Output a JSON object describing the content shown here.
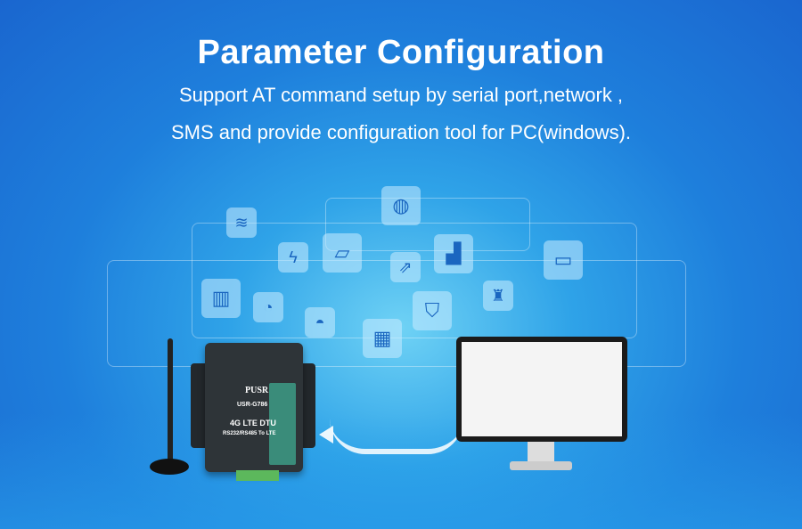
{
  "title": "Parameter Configuration",
  "subtitle_lines": [
    "Support AT command setup by serial port,network ,",
    "SMS and provide configuration tool for PC(windows)."
  ],
  "device": {
    "brand": "PUSR",
    "model": "USR-G786",
    "name": "4G LTE DTU",
    "desc": "RS232/RS485 To LTE"
  },
  "icons": [
    "wifi-icon",
    "lightning-icon",
    "globe-icon",
    "folder-share-icon",
    "external-link-icon",
    "chart-icon",
    "monitor-icon",
    "buildings-icon",
    "gauge-icon",
    "speedometer-icon",
    "piano-icon",
    "shield-icon",
    "extinguisher-icon"
  ]
}
